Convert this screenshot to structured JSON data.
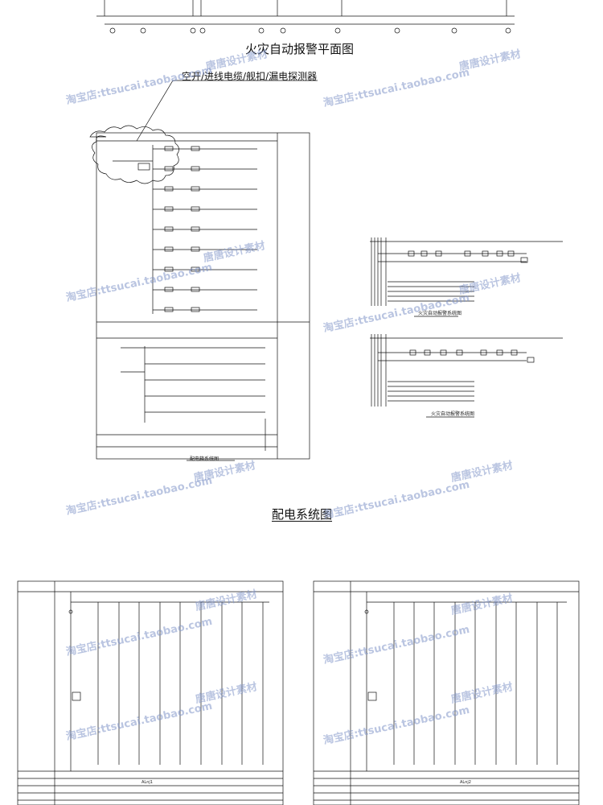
{
  "titles": {
    "fire_alarm_plan": "火灾自动报警平面图",
    "power_system": "配电系统图"
  },
  "callout": "空开/进线电缆/舰扣/漏电探测器",
  "watermark": {
    "shop": "淘宝店:ttsucai.taobao.com",
    "brand": "唐唐设计素材"
  },
  "sub_labels": {
    "distribution_caption": "配电箱系统图",
    "fire_diagram_1": "火灾自动报警系统图",
    "fire_diagram_2": "火灾自动报警系统图",
    "panel_left_label": "ALnj1",
    "panel_right_label": "ALnj2"
  },
  "colors": {
    "line": "#111111",
    "watermark": "#8296c8"
  }
}
